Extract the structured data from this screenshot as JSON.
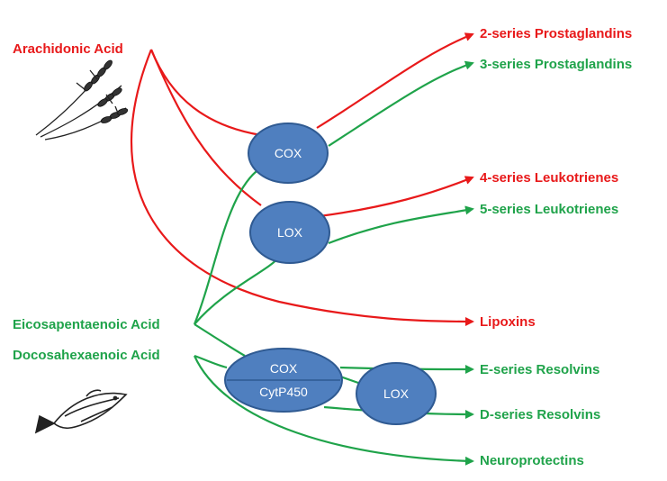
{
  "colors": {
    "omega6": "#e8191a",
    "omega3": "#1fa34a",
    "enzyme_fill": "#4f7fbf",
    "enzyme_stroke": "#2f5a92",
    "enzyme_text": "#ffffff"
  },
  "sources": {
    "arachidonic": "Arachidonic Acid",
    "epa": "Eicosapentaenoic Acid",
    "dha": "Docosahexaenoic Acid"
  },
  "enzymes": {
    "cox_top": "COX",
    "lox_mid": "LOX",
    "cox_bottom": "COX",
    "cytp450": "CytP450",
    "lox_bottom": "LOX"
  },
  "products": {
    "pg2": "2-series Prostaglandins",
    "pg3": "3-series Prostaglandins",
    "lt4": "4-series Leukotrienes",
    "lt5": "5-series Leukotrienes",
    "lipoxins": "Lipoxins",
    "resolvins_e": "E-series Resolvins",
    "resolvins_d": "D-series Resolvins",
    "neuroprotectins": "Neuroprotectins"
  },
  "icons": {
    "wheat": "wheat-icon",
    "fish": "fish-icon"
  }
}
